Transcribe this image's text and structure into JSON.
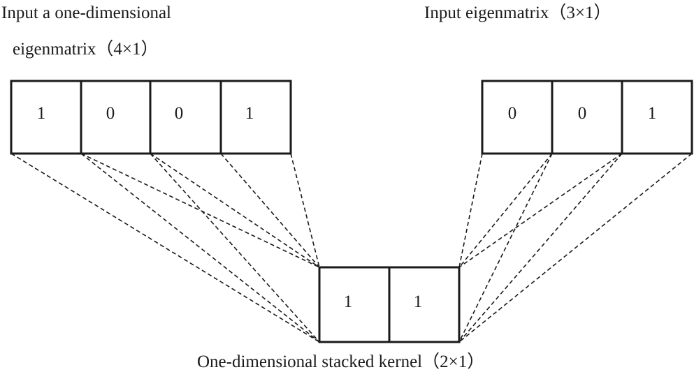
{
  "left_input": {
    "label_line1": "Input a one-dimensional",
    "label_line2": "eigenmatrix（4×1）",
    "cells": [
      "1",
      "0",
      "0",
      "1"
    ]
  },
  "right_input": {
    "label": "Input eigenmatrix（3×1）",
    "cells": [
      "0",
      "0",
      "1"
    ]
  },
  "kernel": {
    "label": "One-dimensional stacked kernel（2×1）",
    "cells": [
      "1",
      "1"
    ]
  },
  "colors": {
    "stroke": "#1a1a1a",
    "background": "#ffffff"
  }
}
